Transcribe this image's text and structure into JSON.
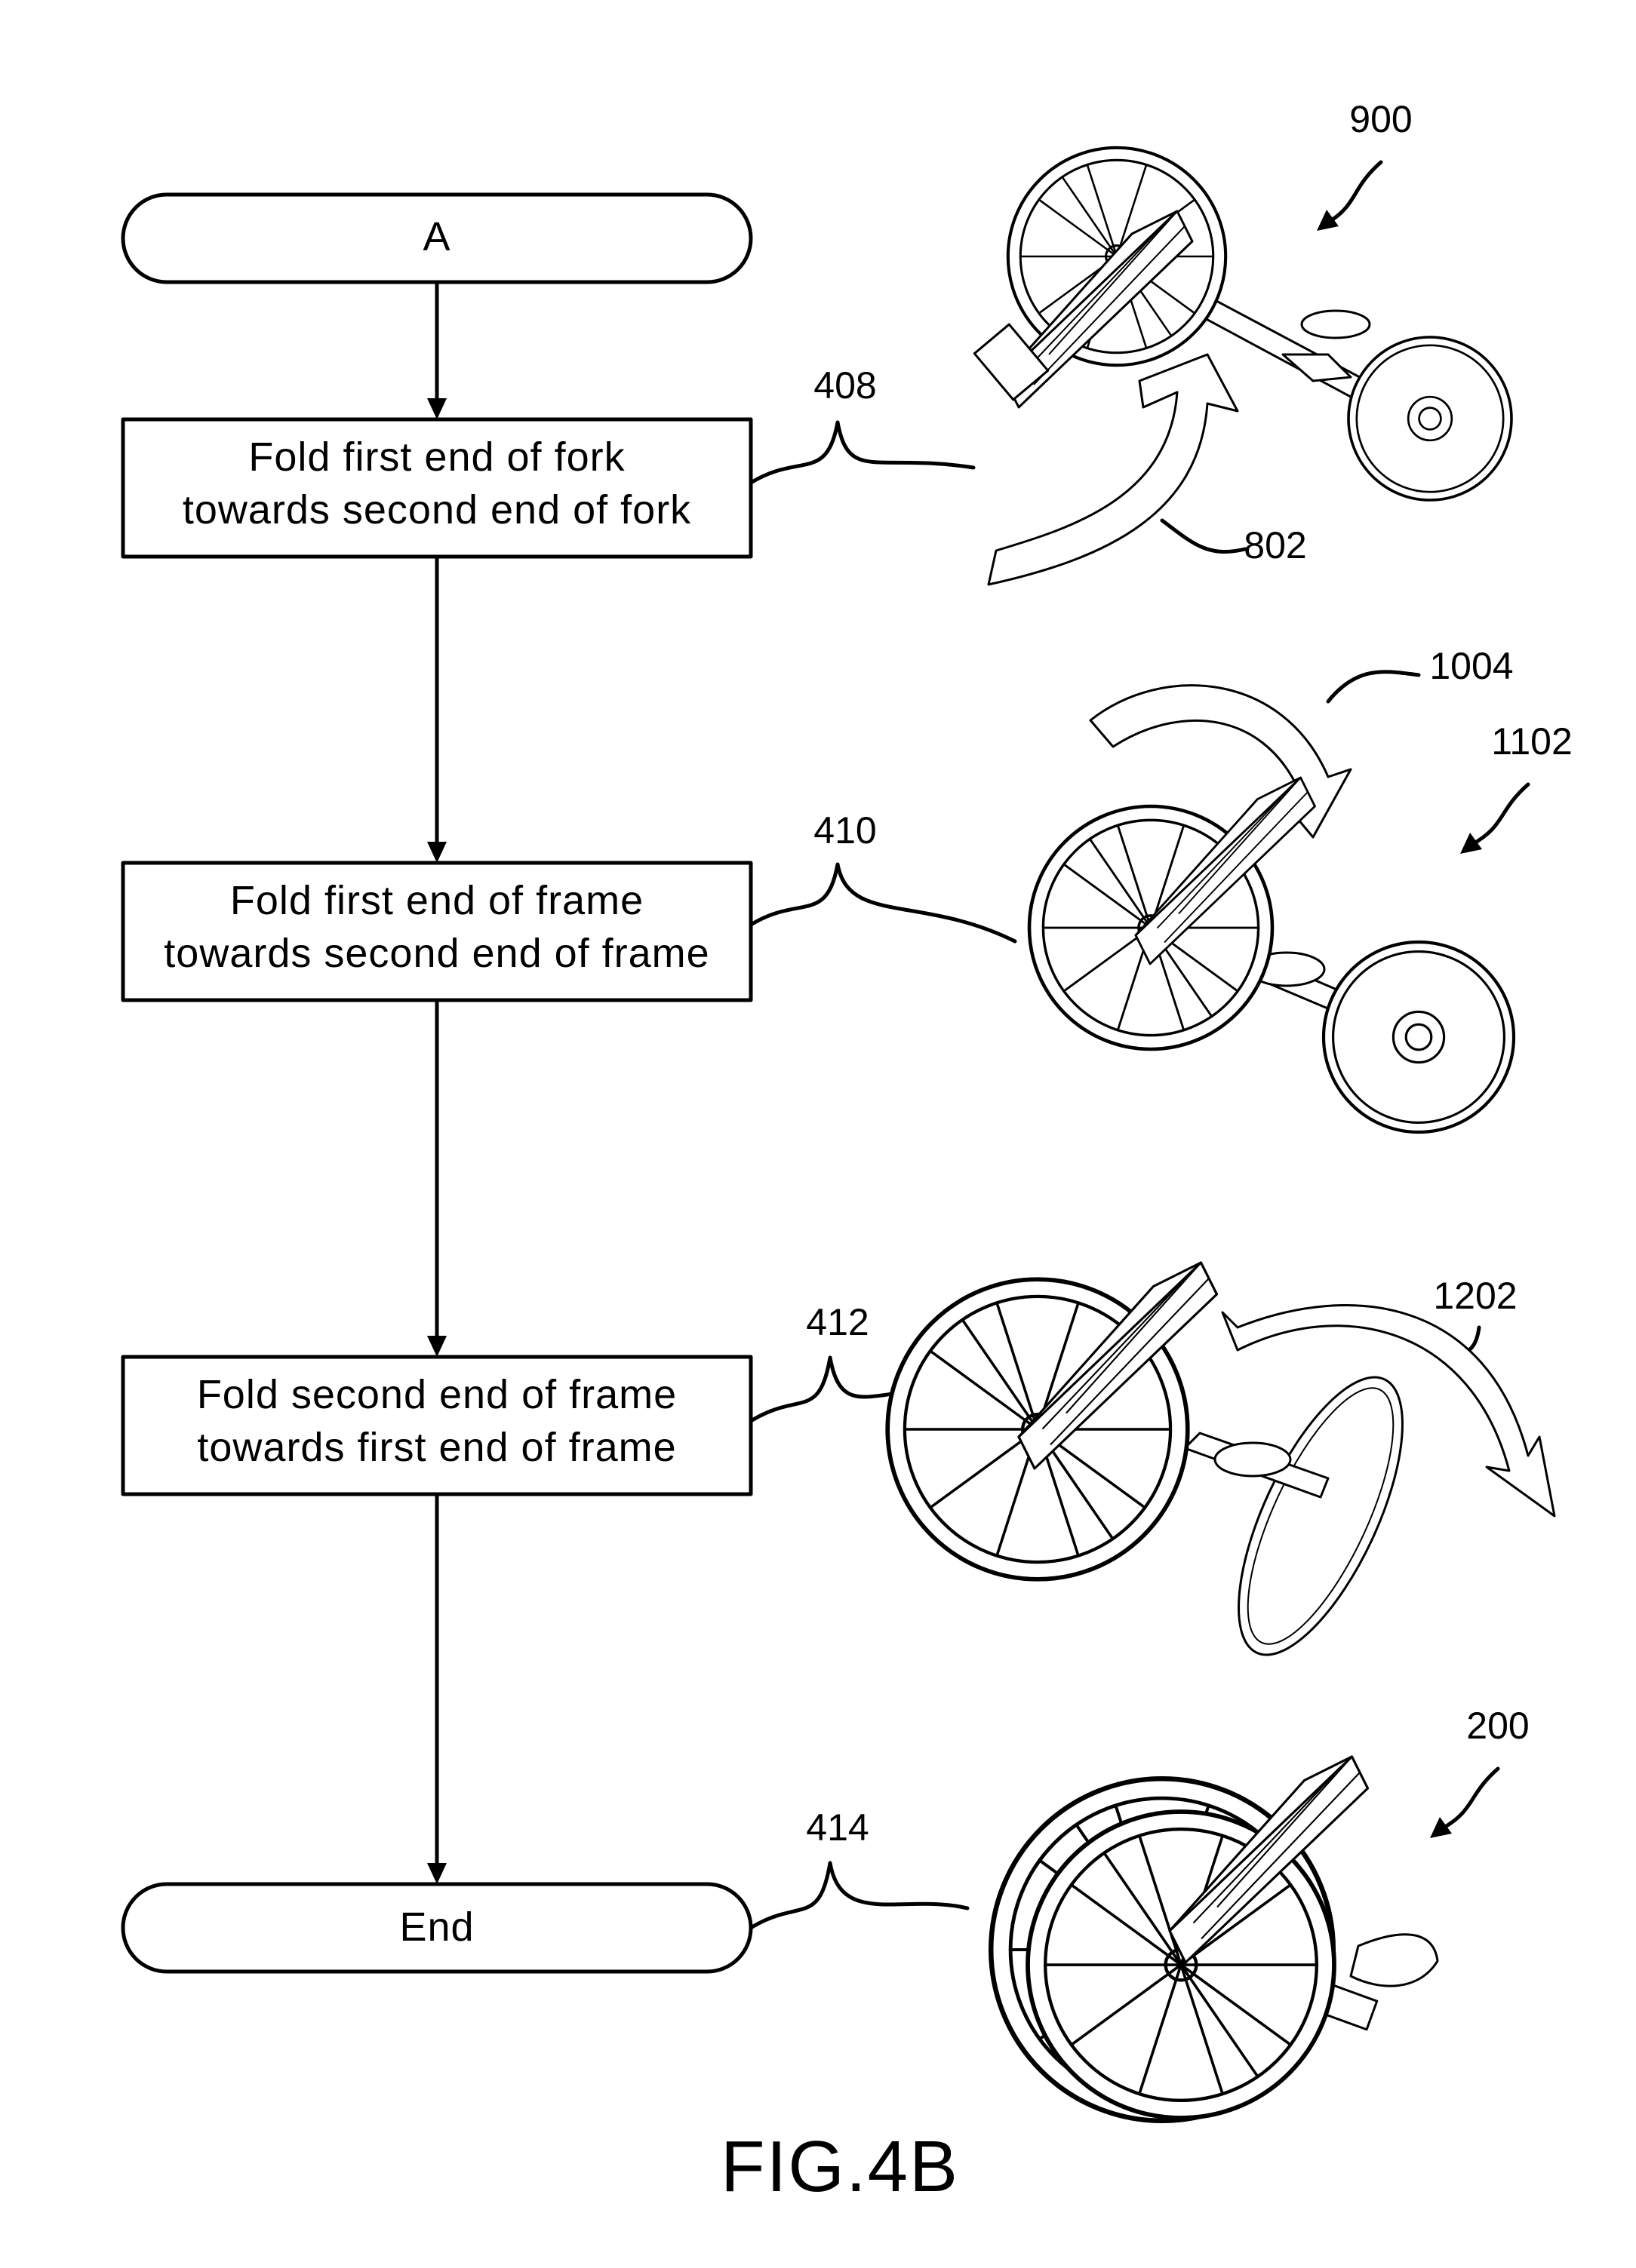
{
  "figure_label": "FIG.4B",
  "flowchart": {
    "start_label": "A",
    "steps": [
      {
        "ref": "408",
        "line1": "Fold first end of fork",
        "line2": "towards second end of fork"
      },
      {
        "ref": "410",
        "line1": "Fold first end of frame",
        "line2": "towards second end of frame"
      },
      {
        "ref": "412",
        "line1": "Fold second end of frame",
        "line2": "towards first end of frame"
      }
    ],
    "end_label": "End",
    "end_ref": "414"
  },
  "illustrations": [
    {
      "ref": "900",
      "arrow_ref": "802"
    },
    {
      "ref": "1102",
      "arrow_ref": "1004"
    },
    {
      "ref": "1202"
    },
    {
      "ref": "200"
    }
  ]
}
